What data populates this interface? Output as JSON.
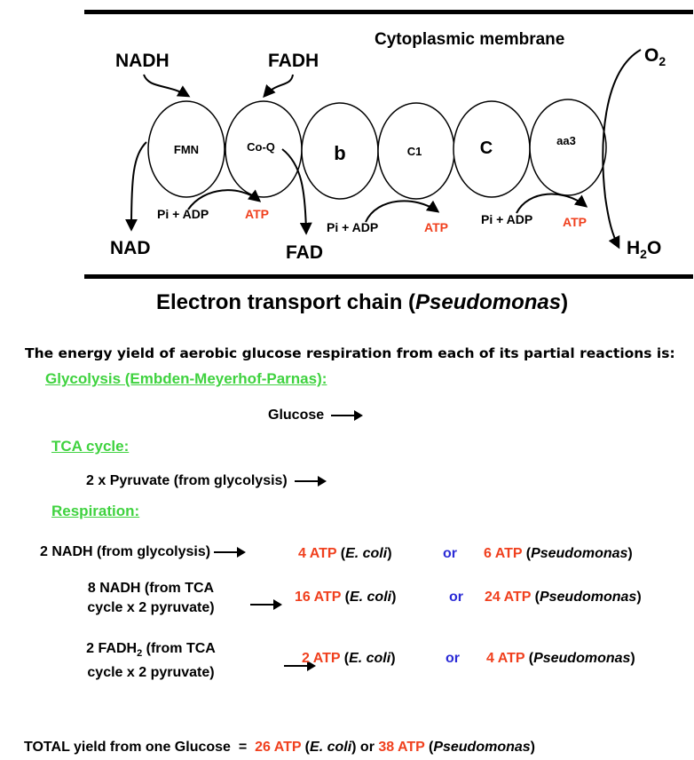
{
  "diagram": {
    "membrane_label": "Cytoplasmic membrane",
    "nadh": "NADH",
    "fadh": "FADH",
    "nad": "NAD",
    "fad": "FAD",
    "o2": "O",
    "o2_sub": "2",
    "h2o_pre": "H",
    "h2o_sub": "2",
    "h2o_post": "O",
    "complexes": [
      "FMN",
      "Co-Q",
      "b",
      "C1",
      "C",
      "aa3"
    ],
    "pi_adp": "Pi + ADP",
    "atp": "ATP"
  },
  "title": {
    "main": "Electron transport chain (",
    "italic": "Pseudomonas",
    "close": ")"
  },
  "intro": "The energy yield of aerobic glucose respiration from each of its partial reactions is:",
  "glycolysis": {
    "heading": "Glycolysis (Embden-Meyerhof-Parnas):",
    "reactant": "Glucose"
  },
  "tca": {
    "heading": "TCA cycle:",
    "reactant": "2 x Pyruvate (from glycolysis)"
  },
  "respiration": {
    "heading": "Respiration:",
    "rows": [
      {
        "source_line1": "2 NADH (from glycolysis)",
        "ecoli_atp": "4 ATP",
        "pseudo_atp": "6 ATP"
      },
      {
        "source_line1": "8 NADH (from TCA",
        "source_line2": "cycle x 2 pyruvate)",
        "ecoli_atp": "16 ATP",
        "pseudo_atp": "24 ATP"
      },
      {
        "source_line1_pre": "2 FADH",
        "source_line1_sub": "2",
        "source_line1_post": " (from TCA",
        "source_line2": "cycle x 2 pyruvate)",
        "ecoli_atp": "2 ATP",
        "pseudo_atp": "4 ATP"
      }
    ],
    "ecoli": "E. coli",
    "pseudomonas": "Pseudomonas",
    "or": "or"
  },
  "total": {
    "label": "TOTAL yield from one Glucose  =  ",
    "ecoli_atp": "26 ATP",
    "or": " or ",
    "pseudo_atp": "38 ATP"
  },
  "colors": {
    "atp": "#f0401e",
    "or": "#2b2bd6",
    "heading": "#3fd23f"
  }
}
